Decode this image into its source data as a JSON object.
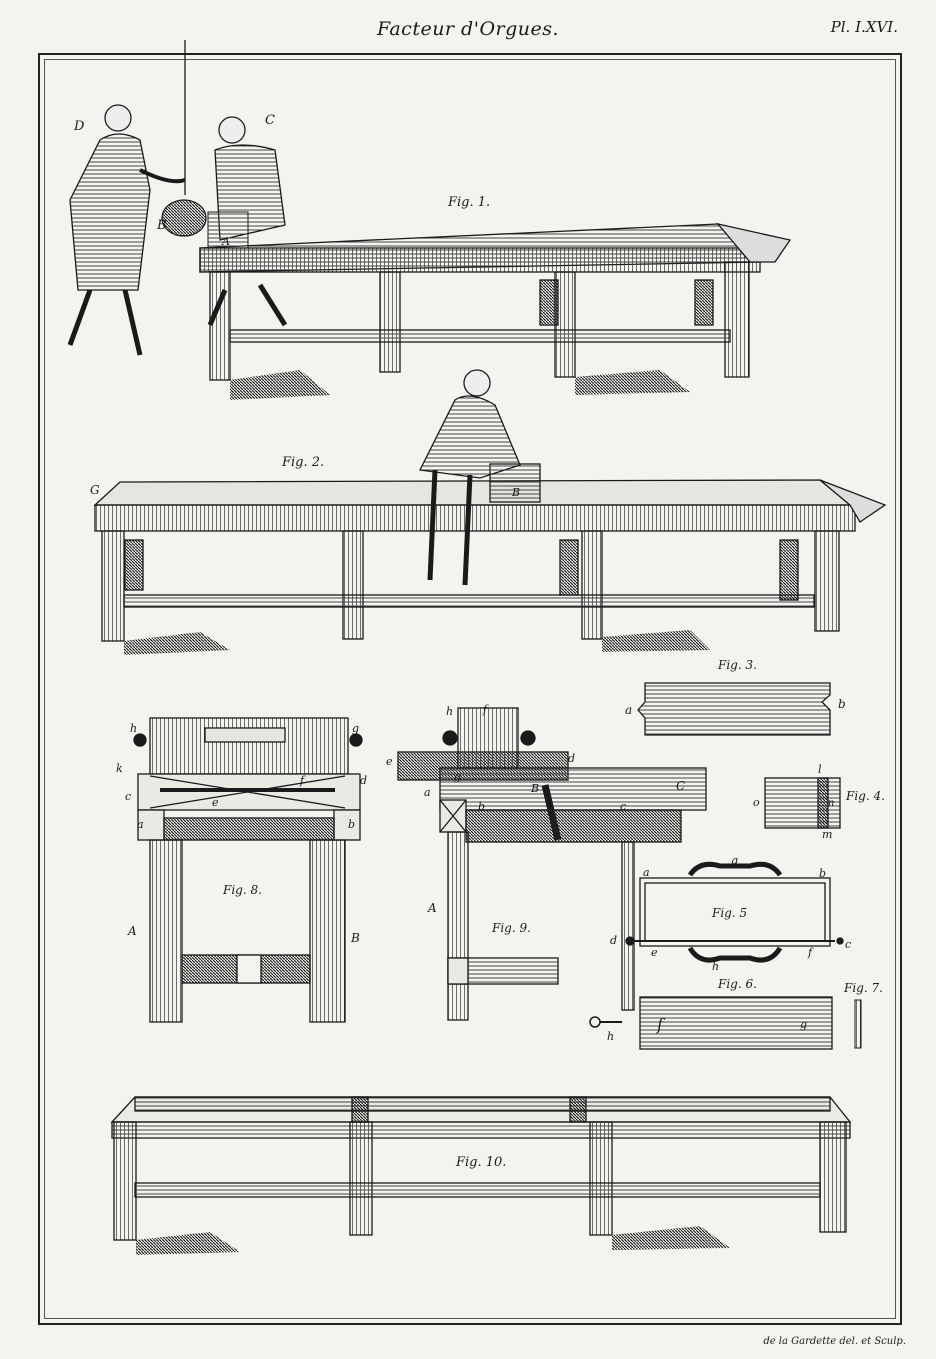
{
  "header": {
    "title": "Facteur d'Orgues.",
    "plate_number": "Pl. I.XVI."
  },
  "footer": {
    "credit": "de la Gardette del. et Sculp."
  },
  "figures": {
    "fig1": "Fig. 1.",
    "fig2": "Fig. 2.",
    "fig3": "Fig. 3.",
    "fig4": "Fig. 4.",
    "fig5": "Fig. 5",
    "fig6": "Fig. 6.",
    "fig7": "Fig. 7.",
    "fig8": "Fig. 8.",
    "fig9": "Fig. 9.",
    "fig10": "Fig. 10."
  },
  "letters": {
    "A": "A",
    "B": "B",
    "C": "C",
    "D": "D",
    "G": "G",
    "a": "a",
    "b": "b",
    "c": "c",
    "d": "d",
    "e": "e",
    "f": "f",
    "g": "g",
    "h": "h",
    "k": "k",
    "l": "l",
    "m": "m",
    "n": "n",
    "o": "o"
  }
}
